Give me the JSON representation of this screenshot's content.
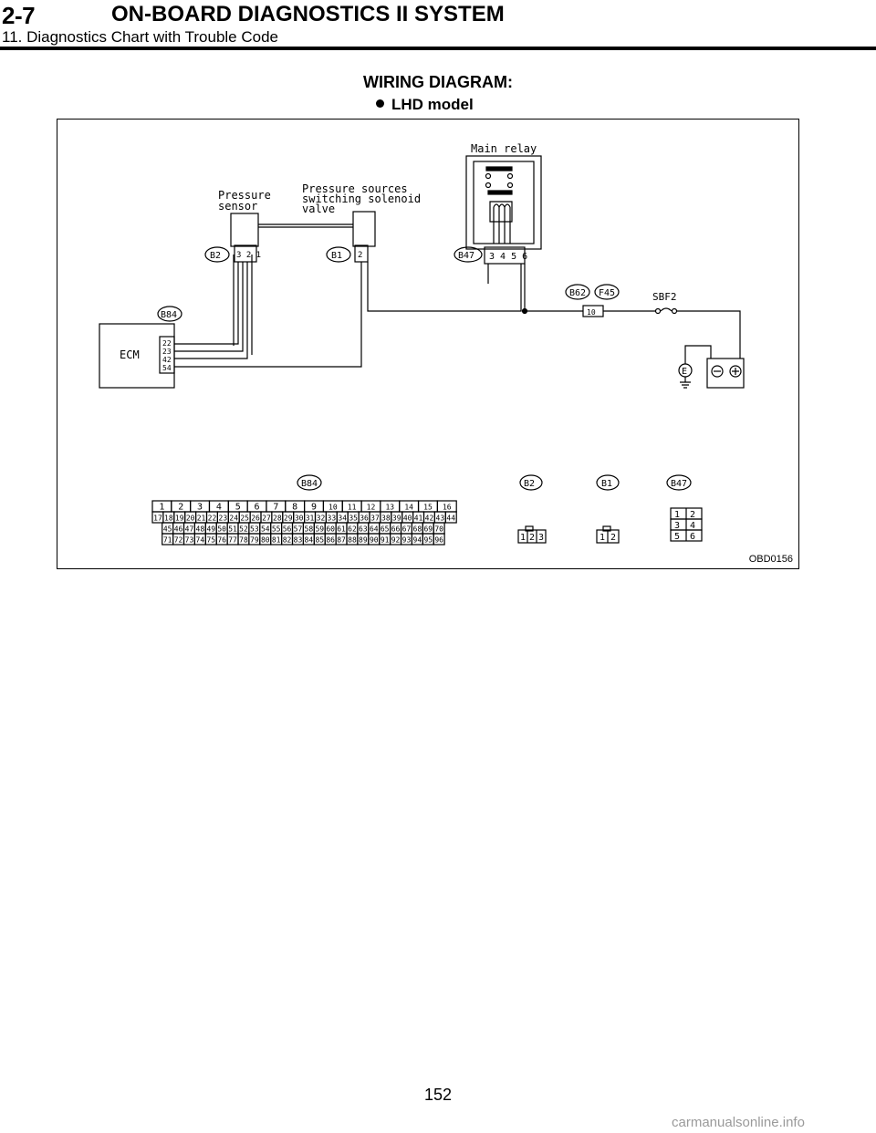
{
  "header": {
    "section_number": "2-7",
    "title": "ON-BOARD DIAGNOSTICS II SYSTEM",
    "subtitle": "11. Diagnostics Chart with Trouble Code"
  },
  "section": {
    "title": "WIRING DIAGRAM:",
    "bullet": "LHD model"
  },
  "diagram": {
    "figure_id": "OBD0156",
    "labels": {
      "main_relay": "Main relay",
      "pressure_sensor_1": "Pressure",
      "pressure_sensor_2": "sensor",
      "valve_1": "Pressure sources",
      "valve_2": "switching solenoid",
      "valve_3": "valve",
      "ecm": "ECM",
      "fuse": "SBF2",
      "ground": "E"
    },
    "connectors": {
      "b2": "B2",
      "b1": "B1",
      "b47": "B47",
      "b84": "B84",
      "b62": "B62",
      "f45": "F45"
    },
    "ecm_pins": [
      "22",
      "23",
      "42",
      "54"
    ],
    "b2_pins": "3 2 1",
    "b1_pins": "2",
    "b47_pins": "3 4 5 6",
    "b62_f45_pins": "10",
    "bottom_connectors": {
      "b84_rows": [
        [
          "1",
          "2",
          "3",
          "4",
          "5",
          "6",
          "7",
          "8",
          "9",
          "10",
          "11",
          "12",
          "13",
          "14",
          "15",
          "16"
        ],
        [
          "17",
          "18",
          "19",
          "20",
          "21",
          "22",
          "23",
          "24",
          "25",
          "26",
          "27",
          "28",
          "29",
          "30",
          "31",
          "32",
          "33",
          "34",
          "35",
          "36",
          "37",
          "38",
          "39",
          "40",
          "41",
          "42",
          "43",
          "44"
        ],
        [
          "45",
          "46",
          "47",
          "48",
          "49",
          "50",
          "51",
          "52",
          "53",
          "54",
          "55",
          "56",
          "57",
          "58",
          "59",
          "60",
          "61",
          "62",
          "63",
          "64",
          "65",
          "66",
          "67",
          "68",
          "69",
          "70"
        ],
        [
          "71",
          "72",
          "73",
          "74",
          "75",
          "76",
          "77",
          "78",
          "79",
          "80",
          "81",
          "82",
          "83",
          "84",
          "85",
          "86",
          "87",
          "88",
          "89",
          "90",
          "91",
          "92",
          "93",
          "94",
          "95",
          "96"
        ]
      ],
      "b2_face": [
        "1",
        "2",
        "3"
      ],
      "b1_face": [
        "1",
        "2"
      ],
      "b47_face": [
        [
          "1",
          "2"
        ],
        [
          "3",
          "4"
        ],
        [
          "5",
          "6"
        ]
      ]
    }
  },
  "page_number": "152",
  "footer": "carmanualsonline.info"
}
